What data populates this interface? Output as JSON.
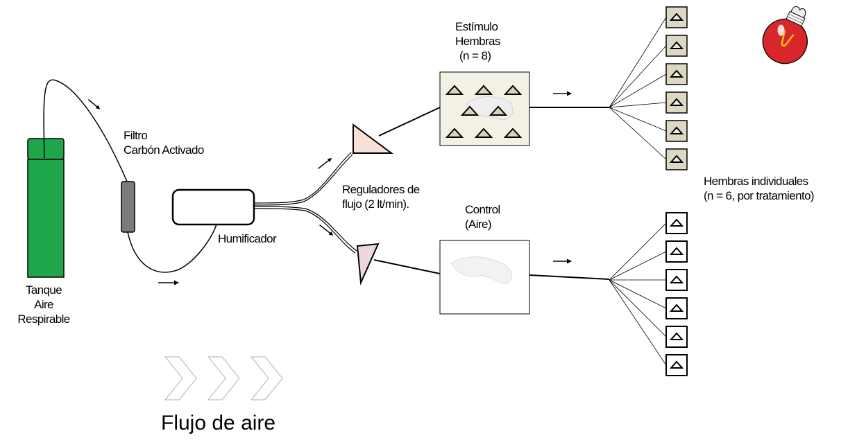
{
  "labels": {
    "tank": [
      "Tanque",
      "Aire",
      "Respirable"
    ],
    "filter": [
      "Filtro",
      "Carbón Activado"
    ],
    "humidifier": "Humificador",
    "regulators": [
      "Reguladores de",
      "flujo (2 lt/min)."
    ],
    "stimulus": [
      "Estímulo",
      "Hembras",
      "(n = 8)"
    ],
    "control": [
      "Control",
      "(Aire)"
    ],
    "individual_females": [
      "Hembras individuales",
      "(n = 6, por tratamiento)"
    ],
    "airflow": "Flujo de aire"
  },
  "counts": {
    "stimulus_triangles": 8,
    "stimulus_outputs": 6,
    "control_outputs": 6,
    "airflow_chevrons": 3
  },
  "colors": {
    "tank": "#1fa64a",
    "filter": "#7a7a7a",
    "regulator_top": "#f8e2d8",
    "regulator_bottom": "#ecd8dc",
    "stimulus_box_fill": "#f3f0e6",
    "stimulus_cell_fill": "#ddd8c4",
    "triangle_fill": "#ddd3b4",
    "bulb": "#d9262a"
  },
  "icons": {
    "arrow": "arrow-right-icon",
    "chevron": "chevron-right-icon",
    "bulb": "light-bulb-icon"
  }
}
